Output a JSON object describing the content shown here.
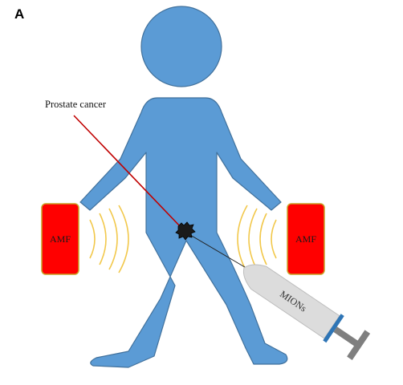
{
  "figure": {
    "panel_label": "A",
    "tumor_label": "Prostate cancer",
    "left_coil_label": "AMF",
    "right_coil_label": "AMF",
    "syringe_label": "MIONs"
  },
  "colors": {
    "body": "#5b9bd5",
    "body_outline": "#41719c",
    "coil_fill": "#ff0000",
    "coil_outline": "#c9a227",
    "field_waves": "#f2c84b",
    "callout_line": "#c00000",
    "syringe_barrel": "#d9d9d9",
    "syringe_plunger": "#7f7f7f",
    "syringe_accent": "#2e75b6",
    "tumor": "#1a1a1a"
  },
  "icons": {
    "human": "human-silhouette-icon",
    "tumor": "tumor-icon",
    "syringe": "syringe-icon",
    "field": "magnetic-field-waves-icon"
  }
}
